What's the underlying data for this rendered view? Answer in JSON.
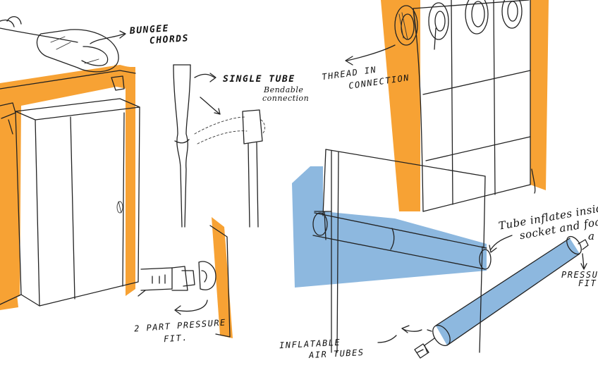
{
  "colors": {
    "orange": "#F7A234",
    "blue": "#8DB8DF",
    "ink": "#222222",
    "paper": "#FFFFFF"
  },
  "labels": {
    "bungee": [
      "BUNGEE",
      "CHORDS"
    ],
    "single_tube": "SINGLE TUBE",
    "bendable": [
      "Bendable",
      "connection"
    ],
    "pressure_fit_2part": [
      "2 PART PRESSURE",
      "FIT."
    ],
    "thread": [
      "THREAD IN",
      "CONNECTION"
    ],
    "tube_inflates": [
      "Tube inflates inside",
      "socket and foam",
      "a"
    ],
    "pressure_fit": [
      "PRESSURE",
      "FIT"
    ],
    "inflatable": [
      "INFLATABLE",
      "AIR TUBES"
    ]
  }
}
